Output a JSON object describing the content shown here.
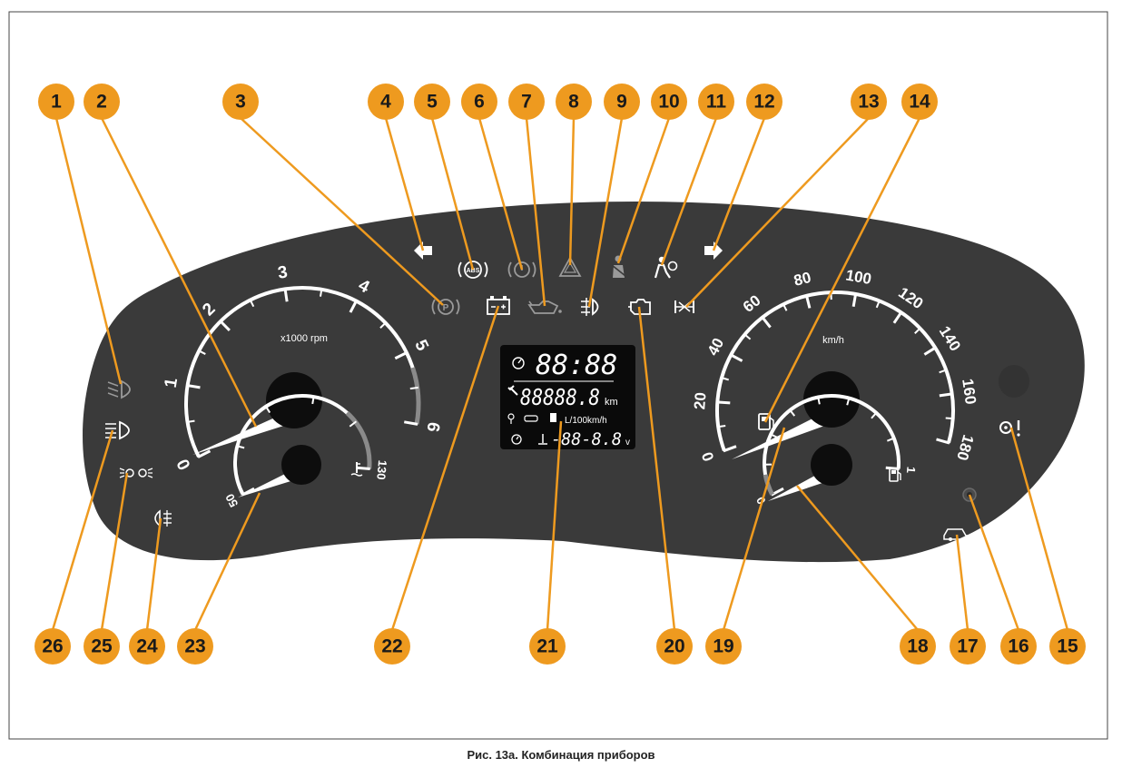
{
  "caption": "Рис. 13а. Комбинация приборов",
  "colors": {
    "callout": "#ee9a1f",
    "callout_text": "#1a1a1a",
    "panel": "#3a3a3a",
    "dial": "#ffffff",
    "dim_icon": "#9a9a9a",
    "lcd": "#0a0a0a"
  },
  "callouts": [
    {
      "num": "1",
      "target": "low-beam-indicator"
    },
    {
      "num": "2",
      "target": "tachometer-needle"
    },
    {
      "num": "3",
      "target": "parking-brake-indicator"
    },
    {
      "num": "4",
      "target": "left-turn-indicator"
    },
    {
      "num": "5",
      "target": "abs-indicator"
    },
    {
      "num": "6",
      "target": "brake-system-indicator"
    },
    {
      "num": "7",
      "target": "oil-pressure-indicator"
    },
    {
      "num": "8",
      "target": "hazard-indicator"
    },
    {
      "num": "9",
      "target": "rear-fog-indicator"
    },
    {
      "num": "10",
      "target": "seatbelt-indicator"
    },
    {
      "num": "11",
      "target": "airbag-indicator"
    },
    {
      "num": "12",
      "target": "right-turn-indicator"
    },
    {
      "num": "13",
      "target": "immobilizer-indicator"
    },
    {
      "num": "14",
      "target": "low-fuel-indicator"
    },
    {
      "num": "15",
      "target": "power-steering-indicator"
    },
    {
      "num": "16",
      "target": "status-indicator"
    },
    {
      "num": "17",
      "target": "car-indicator"
    },
    {
      "num": "18",
      "target": "fuel-gauge"
    },
    {
      "num": "19",
      "target": "speedometer-needle"
    },
    {
      "num": "20",
      "target": "check-engine-indicator"
    },
    {
      "num": "21",
      "target": "lcd-display"
    },
    {
      "num": "22",
      "target": "battery-indicator"
    },
    {
      "num": "23",
      "target": "coolant-temp-gauge"
    },
    {
      "num": "24",
      "target": "front-fog-indicator"
    },
    {
      "num": "25",
      "target": "side-lights-indicator"
    },
    {
      "num": "26",
      "target": "high-beam-indicator"
    }
  ],
  "tachometer": {
    "unit": "x1000 rpm",
    "labels": [
      "0",
      "1",
      "2",
      "3",
      "4",
      "5",
      "6"
    ],
    "range": [
      0,
      6
    ],
    "needle_value": 0
  },
  "speedometer": {
    "unit": "km/h",
    "labels": [
      "0",
      "20",
      "40",
      "60",
      "80",
      "100",
      "120",
      "140",
      "160",
      "180"
    ],
    "range": [
      0,
      180
    ],
    "needle_value": 0
  },
  "coolant_gauge": {
    "labels": [
      "50",
      "130"
    ],
    "icon": "coolant-temp-icon"
  },
  "fuel_gauge": {
    "labels": [
      "0",
      "1"
    ],
    "icon": "fuel-pump-icon"
  },
  "lcd": {
    "clock": "88:88",
    "odometer": "88888.8",
    "odometer_unit": "km",
    "consumption_unit": "L/100km/h",
    "voltage": "-88-8.8",
    "voltage_unit": "v"
  },
  "icons": {
    "left_turn": "left-arrow-icon",
    "right_turn": "right-arrow-icon",
    "abs": "ABS",
    "immobilizer": "immobilizer-icon"
  }
}
